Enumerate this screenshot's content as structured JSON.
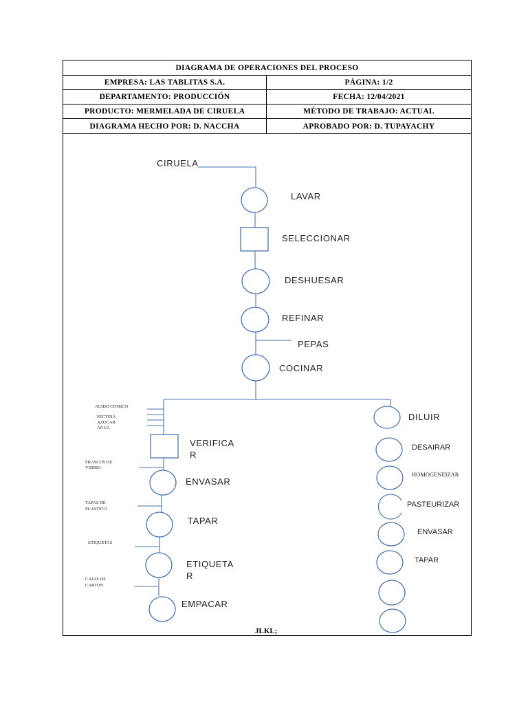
{
  "header": {
    "title": "DIAGRAMA DE OPERACIONES DEL PROCESO",
    "empresa": "EMPRESA: LAS TABLITAS S.A.",
    "pagina": "PÁGINA: 1/2",
    "departamento": "DEPARTAMENTO: PRODUCCIÓN",
    "fecha": "FECHA: 12/04/2021",
    "producto": "PRODUCTO: MERMELADA DE CIRUELA",
    "metodo": "MÉTODO DE TRABAJO: ACTUAL",
    "hecho_por": "DIAGRAMA HECHO POR: D. NACCHA",
    "aprobado_por": "APROBADO POR: D. TUPAYACHY"
  },
  "diagram": {
    "input": "CIRUELA",
    "main_steps": [
      "LAVAR",
      "SELECCIONAR",
      "DESHUESAR",
      "REFINAR",
      "COCINAR"
    ],
    "refinar_output": "PEPAS",
    "left_inputs": [
      "ACIDO CITRICO",
      "PECTINA",
      "AZUCAR",
      "AGUA"
    ],
    "left_branch": {
      "verificar_line1": "VERIFICA",
      "verificar_line2": "R",
      "frascos_line1": "FRASCOS DE",
      "frascos_line2": "VIDRIO",
      "envasar": "ENVASAR",
      "tapas_line1": "TAPAS DE",
      "tapas_line2": "PLASTICO",
      "tapar": "TAPAR",
      "etiquetas": "ETIQUETAS",
      "etiquetar_line1": "ETIQUETA",
      "etiquetar_line2": "R",
      "cajas_line1": "CAJAS DE",
      "cajas_line2": "CARTON",
      "empacar": "EMPACAR"
    },
    "right_branch": {
      "diluir": "DILUIR",
      "desairar": "DESAIRAR",
      "homogeneizar": "HOMOGENEIZAR",
      "pasteurizar": "PASTEURIZAR",
      "envasar": "ENVASAR",
      "tapar": "TAPAR"
    },
    "footer": "JLKL;"
  },
  "colors": {
    "symbol_stroke": "#4a72b0",
    "border": "#000000"
  }
}
